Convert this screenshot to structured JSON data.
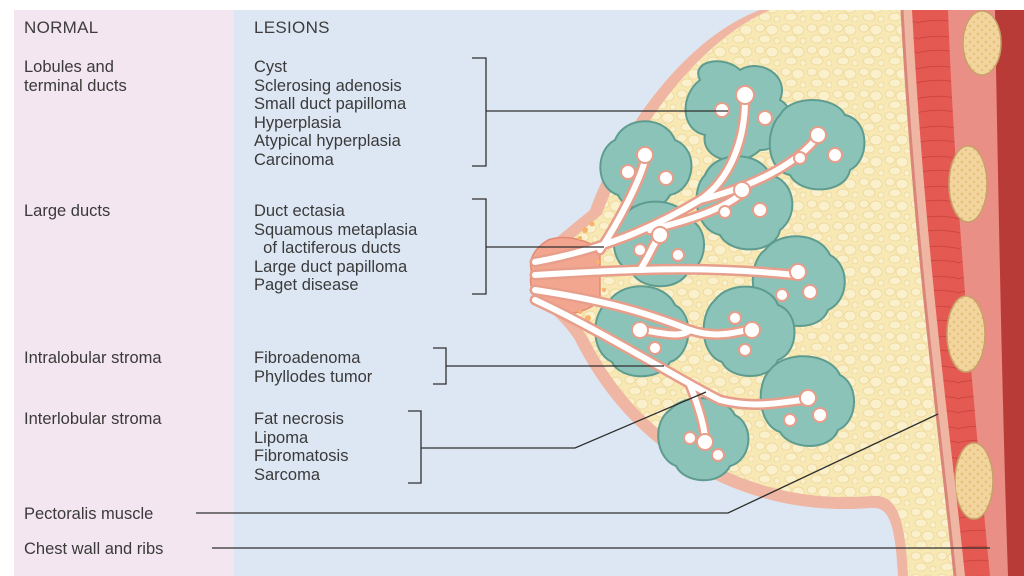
{
  "headers": {
    "normal": "NORMAL",
    "lesions": "LESIONS"
  },
  "normal_structures": [
    {
      "id": "lobules",
      "label": "Lobules and\nterminal ducts"
    },
    {
      "id": "large-ducts",
      "label": "Large ducts"
    },
    {
      "id": "intralobular",
      "label": "Intralobular stroma"
    },
    {
      "id": "interlobular",
      "label": "Interlobular stroma"
    },
    {
      "id": "pectoralis",
      "label": "Pectoralis muscle"
    },
    {
      "id": "chest-wall",
      "label": "Chest wall and ribs"
    }
  ],
  "lesion_groups": [
    {
      "id": "lobules",
      "items": [
        "Cyst",
        "Sclerosing adenosis",
        "Small duct papilloma",
        "Hyperplasia",
        "Atypical hyperplasia",
        "Carcinoma"
      ]
    },
    {
      "id": "large-ducts",
      "items": [
        "Duct ectasia",
        "Squamous metaplasia",
        "  of lactiferous ducts",
        "Large duct papilloma",
        "Paget disease"
      ]
    },
    {
      "id": "intralobular",
      "items": [
        "Fibroadenoma",
        "Phyllodes tumor"
      ]
    },
    {
      "id": "interlobular",
      "items": [
        "Fat necrosis",
        "Lipoma",
        "Fibromatosis",
        "Sarcoma"
      ]
    }
  ],
  "colors": {
    "normal_panel": "#f3e6f0",
    "lesion_panel": "#dde7f4",
    "fat": "#f8e8b4",
    "skin": "#f0b6a4",
    "muscle": "#e2544f",
    "lobule": "#88c2b6",
    "duct": "#ffffff",
    "rib": "#f2d6a2",
    "line": "#2f2f2f"
  }
}
